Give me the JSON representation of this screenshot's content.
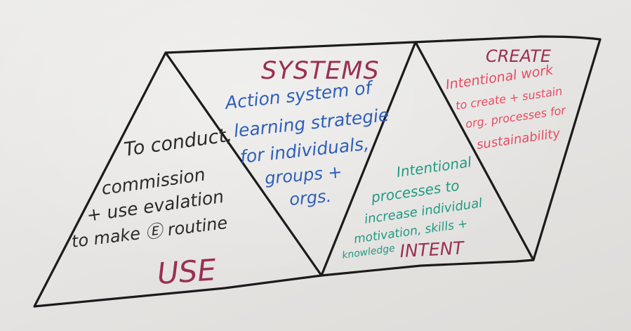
{
  "sections": {
    "use": {
      "title": "USE",
      "title_color": "#9a2f55",
      "body_color": "#2a2a2a",
      "lines": [
        "To conduct,",
        "commission",
        "+ use evalation",
        "to make Ⓔ routine"
      ]
    },
    "systems": {
      "title": "SYSTEMS",
      "title_color": "#9a2f55",
      "body_color": "#2f5fb8",
      "lines": [
        "Action system of",
        "learning strategie",
        "for individuals,",
        "groups +",
        "orgs."
      ]
    },
    "intent": {
      "title": "INTENT",
      "title_color": "#9a2f55",
      "body_color": "#1f9a82",
      "lines": [
        "Intentional",
        "processes to",
        "increase individual",
        "motivation, skills +",
        "knowledge"
      ]
    },
    "create": {
      "title": "CREATE",
      "title_color": "#9a2f55",
      "body_color": "#e84a62",
      "lines": [
        "Intentional work",
        "to create + sustain",
        "org. processes for",
        "sustainability"
      ]
    }
  },
  "outline_color": "#1b1b1b"
}
